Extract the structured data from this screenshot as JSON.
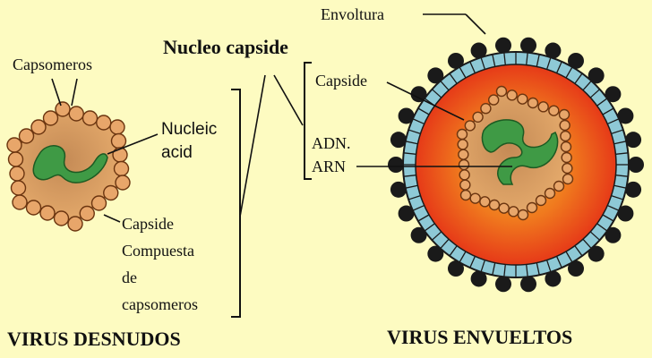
{
  "labels": {
    "capsomeros": "Capsomeros",
    "nucleic_line1": "Nucleic",
    "nucleic_line2": "acid",
    "nucleo_capside": "Nucleo capside",
    "capside_right": "Capside",
    "adn": "ADN.",
    "arn": "ARN",
    "envoltura": "Envoltura",
    "capside_compuesta": [
      "Capside",
      "Compuesta",
      "de",
      "capsomeros"
    ],
    "virus_desnudos": "VIRUS DESNUDOS",
    "virus_envueltos": "VIRUS ENVUELTOS"
  },
  "colors": {
    "background": "#fdfbc1",
    "capsomere_fill": "#e8a66a",
    "capsomere_stroke": "#6b3510",
    "capsid_inner": "#d89a5a",
    "nucleic_acid": "#3f9a45",
    "envelope_outer": "#8ec9d6",
    "spike": "#1a1a1a",
    "interior_core": "#f06a1a",
    "interior_edge": "#e83e1a"
  },
  "icons": {
    "nucleic_acid": "s-shaped-strand",
    "capsomere": "bead"
  }
}
